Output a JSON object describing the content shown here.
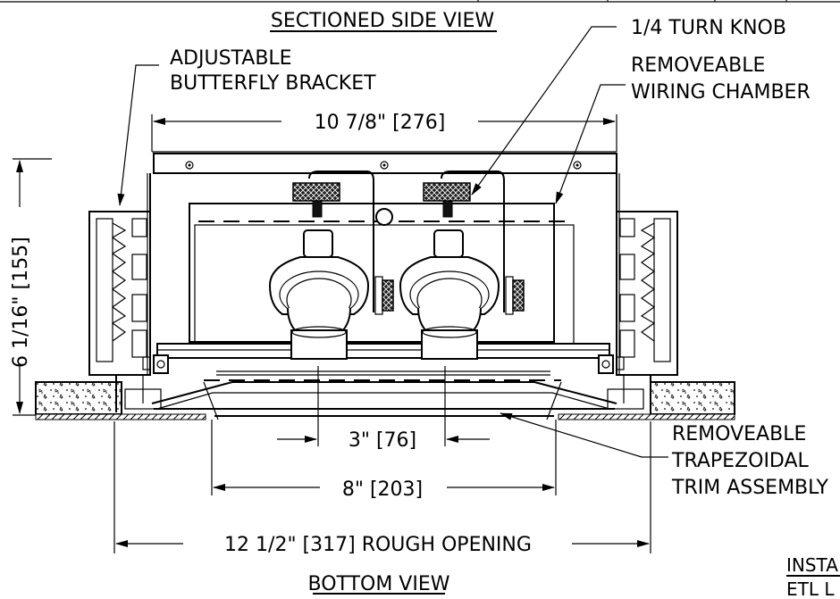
{
  "labels": {
    "sectioned_side_view": "SECTIONED SIDE VIEW",
    "bottom_view": "BOTTOM VIEW",
    "adjustable_line1": "ADJUSTABLE",
    "adjustable_line2": "BUTTERFLY BRACKET",
    "turn_knob": "1/4 TURN KNOB",
    "wiring_line1": "REMOVEABLE",
    "wiring_line2": "WIRING CHAMBER",
    "trim_line1": "REMOVEABLE",
    "trim_line2": "TRAPEZOIDAL",
    "trim_line3": "TRIM ASSEMBLY",
    "install_partial": "INSTA",
    "etl_partial": "ETL L"
  },
  "dimensions": {
    "width_top": "10 7/8\" [276]",
    "height_side": "6 1/16\" [155]",
    "center_spacing": "3\" [76]",
    "trim_width": "8\" [203]",
    "rough_opening": "12 1/2\" [317] ROUGH OPENING"
  },
  "colors": {
    "line": "#000000",
    "background": "#ffffff"
  }
}
